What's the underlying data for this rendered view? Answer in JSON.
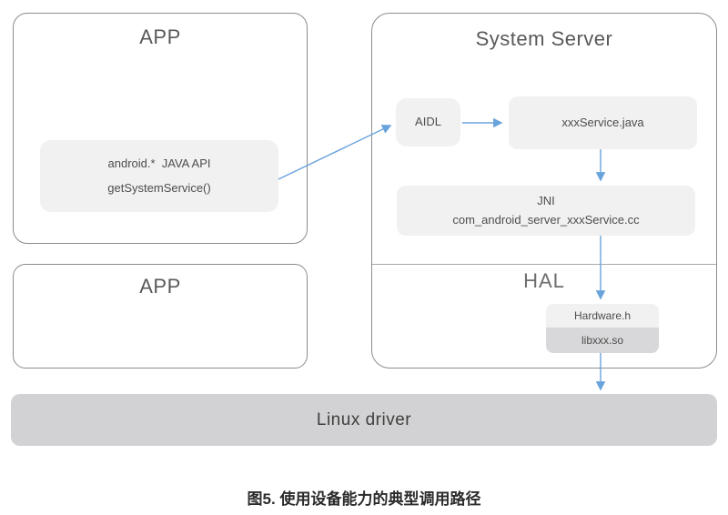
{
  "diagram": {
    "app1": {
      "title": "APP",
      "api_box": {
        "line1": "android.*  JAVA API",
        "line2": "getSystemService()"
      }
    },
    "app2": {
      "title": "APP"
    },
    "system_server": {
      "title": "System Server",
      "aidl_label": "AIDL",
      "service_label": "xxxService.java",
      "jni_line1": "JNI",
      "jni_line2": "com_android_server_xxxService.cc",
      "hal_title": "HAL",
      "hardware_label": "Hardware.h",
      "lib_label": "libxxx.so"
    },
    "linux_driver_label": "Linux driver",
    "caption": "图5. 使用设备能力的典型调用路径",
    "colors": {
      "arrow": "#69a3db",
      "node_fill": "#f1f1f2",
      "lib_fill": "#d8d8da",
      "driver_fill": "#d2d1d3",
      "outline_border": "#8c8c8c",
      "title_text": "#595959",
      "label_text": "#4d4d4d"
    }
  }
}
